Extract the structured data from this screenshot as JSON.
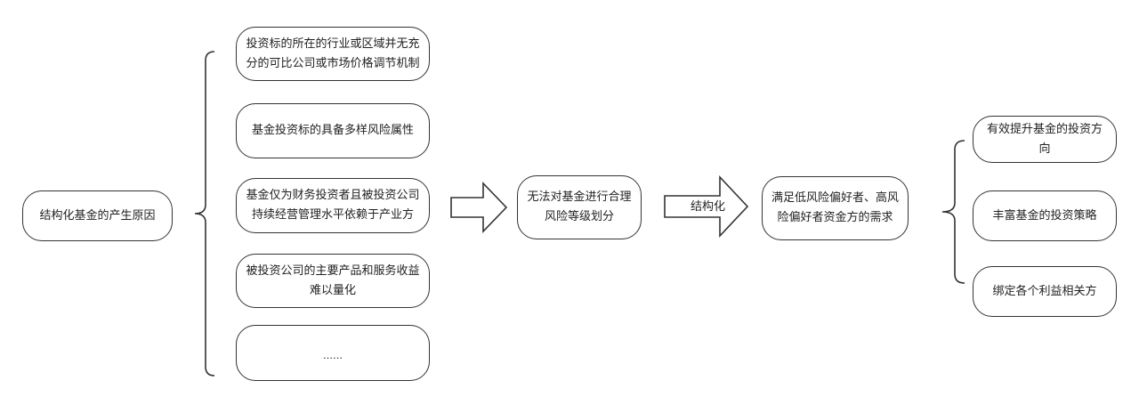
{
  "root": "结构化基金的产生原因",
  "reasons": [
    "投资标的所在的行业或区域并无充\n分的可比公司或市场价格调节机制",
    "基金投资标的具备多样风险属性",
    "基金仅为财务投资者且被投资公司\n持续经营管理水平依赖于产业方",
    "被投资公司的主要产品和服务收益\n难以量化",
    "……"
  ],
  "problem": "无法对基金进行合理\n风险等级划分",
  "arrow_label": "结构化",
  "result": "满足低风险偏好者、高风\n险偏好者资金方的需求",
  "outcomes": [
    "有效提升基金的投资方向",
    "丰富基金的投资策略",
    "绑定各个利益相关方"
  ]
}
